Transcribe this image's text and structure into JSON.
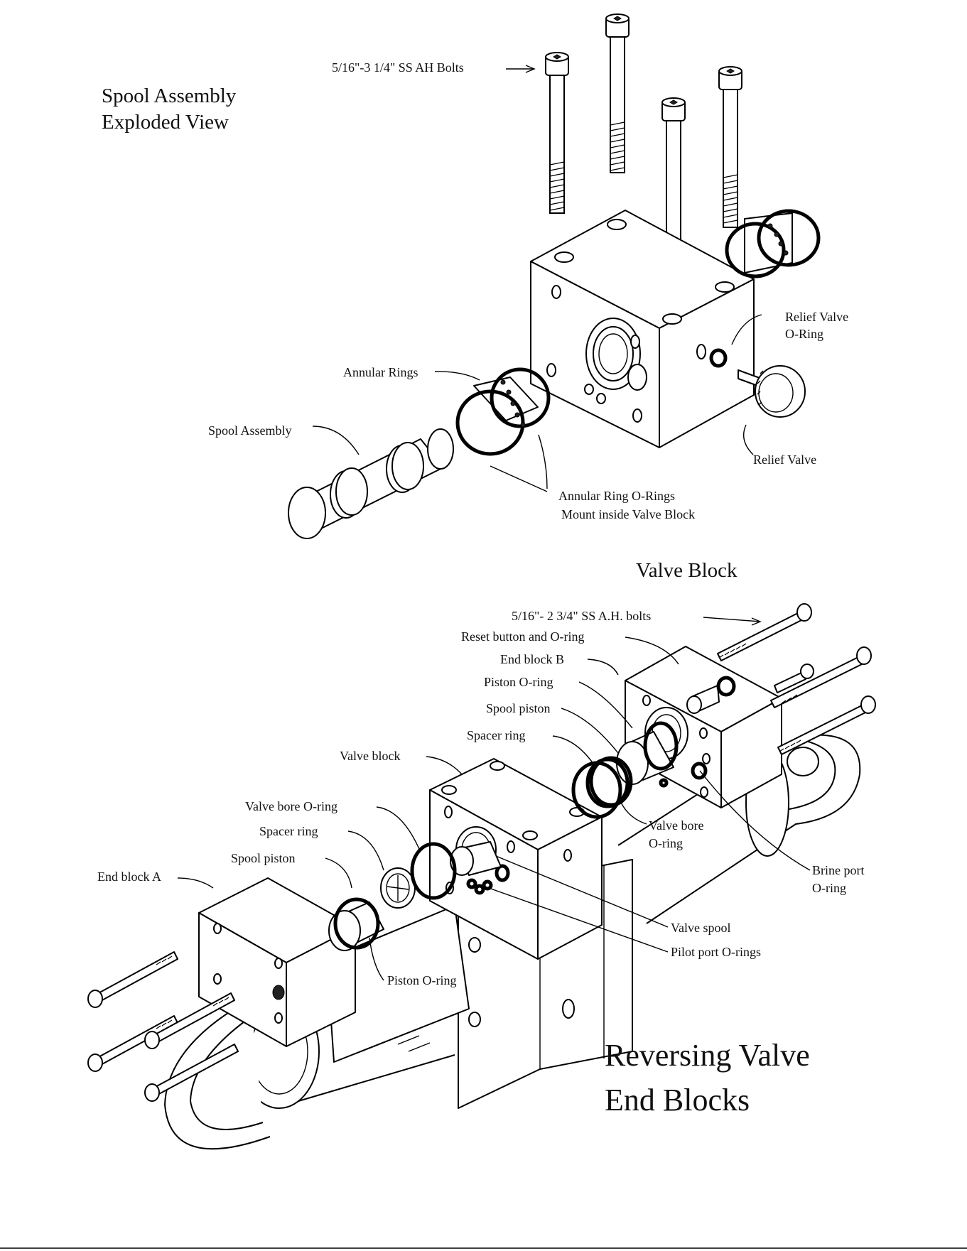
{
  "top": {
    "title_line1": "Spool Assembly",
    "title_line2": "Exploded View",
    "bolts_label": "5/16\"-3 1/4\" SS AH Bolts",
    "relief_oring_line1": "Relief Valve",
    "relief_oring_line2": "O-Ring",
    "annular_rings": "Annular Rings",
    "spool_assembly": "Spool Assembly",
    "relief_valve": "Relief Valve",
    "annular_orings_line1": "Annular Ring O-Rings",
    "annular_orings_line2": "Mount inside Valve Block",
    "caption": "Valve Block"
  },
  "bottom": {
    "bolts_label": "5/16\"- 2 3/4\" SS A.H. bolts",
    "reset_button": "Reset button and O-ring",
    "end_block_b": "End block B",
    "piston_oring_b": "Piston O-ring",
    "spool_piston_b": "Spool piston",
    "spacer_ring_b": "Spacer ring",
    "valve_block": "Valve block",
    "valve_bore_oring_a": "Valve bore O-ring",
    "spacer_ring_a": "Spacer ring",
    "spool_piston_a": "Spool piston",
    "end_block_a": "End block A",
    "piston_oring_a": "Piston O-ring",
    "valve_bore_oring_b_line1": "Valve bore",
    "valve_bore_oring_b_line2": "O-ring",
    "brine_port_line1": "Brine port",
    "brine_port_line2": "O-ring",
    "valve_spool": "Valve spool",
    "pilot_port_orings": "Pilot port O-rings",
    "title_line1": "Reversing Valve",
    "title_line2": "End Blocks"
  }
}
